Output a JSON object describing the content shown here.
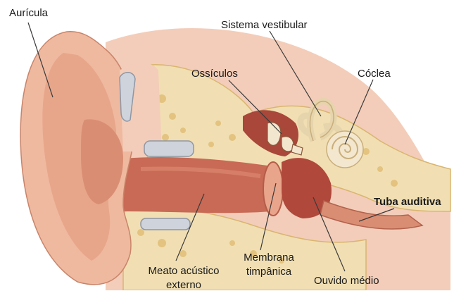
{
  "labels": {
    "auricula": "Aurícula",
    "sistema_vestibular": "Sistema vestibular",
    "ossiculos": "Ossículos",
    "coclea": "Cóclea",
    "tuba_auditiva": "Tuba auditiva",
    "meato_line1": "Meato acústico",
    "meato_line2": "externo",
    "membrana_line1": "Membrana",
    "membrana_line2": "timpânica",
    "ouvido_medio": "Ouvido médio"
  },
  "colors": {
    "skin": "#efb9a0",
    "skin_dark": "#d98e73",
    "bone": "#f1dfb3",
    "bone_dark": "#e3c37f",
    "canal": "#c86a55",
    "inner_red": "#b0483b",
    "cochlea": "#f4e7cf",
    "leader": "#3a3a3a"
  }
}
